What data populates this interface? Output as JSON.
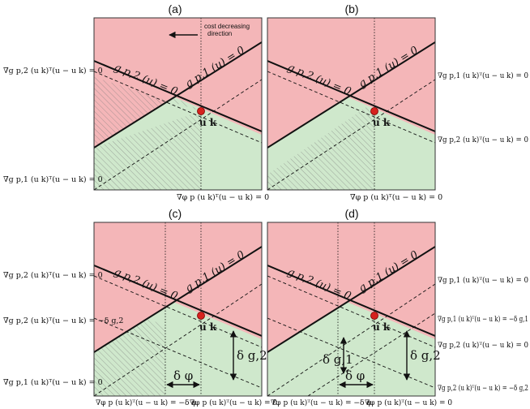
{
  "colors": {
    "infeasible": "#f4b6b8",
    "feasible": "#cfe8cc",
    "point": "#d6221e"
  },
  "panels": [
    {
      "title": "(a)",
      "curve_g1": "g p,1 (u) = 0",
      "curve_g2": "g p,2 (u) = 0",
      "point_label": "u k",
      "left_labels": [
        "∇g p,2 (u k)ᵀ(u − u k) = 0",
        "∇g p,1 (u k)ᵀ(u − u k) = 0"
      ],
      "right_labels": [],
      "bottom_labels": [
        "∇φ p (u k)ᵀ(u − u k) = 0"
      ],
      "note_line1": "cost decreasing",
      "note_line2": "direction"
    },
    {
      "title": "(b)",
      "curve_g1": "g p,1 (u) = 0",
      "curve_g2": "g p,2 (u) = 0",
      "point_label": "u k",
      "left_labels": [],
      "right_labels": [
        "∇g p,1 (u k)ᵀ(u − u k) = 0",
        "∇g p,2 (u k)ᵀ(u − u k) = 0"
      ],
      "bottom_labels": [
        "∇φ p (u k)ᵀ(u − u k) = 0"
      ]
    },
    {
      "title": "(c)",
      "curve_g1": "g p,1 (u) = 0",
      "curve_g2": "g p,2 (u) = 0",
      "point_label": "u k",
      "left_labels": [
        "∇g p,2 (u k)ᵀ(u − u k) = 0",
        "∇g p,2 (u k)ᵀ(u − u k) = −δ g,2",
        "∇g p,1 (u k)ᵀ(u − u k) = 0"
      ],
      "right_labels": [],
      "bottom_labels": [
        "∇φ p (u k)ᵀ(u − u k) = −δ φ",
        "∇φ p (u k)ᵀ(u − u k) = 0"
      ],
      "delta_labels": [
        "δ g,2",
        "δ φ"
      ]
    },
    {
      "title": "(d)",
      "curve_g1": "g p,1 (u) = 0",
      "curve_g2": "g p,2 (u) = 0",
      "point_label": "u k",
      "left_labels": [],
      "right_labels": [
        "∇g p,1 (u k)ᵀ(u − u k) = 0",
        "∇g p,1 (u k)ᵀ(u − u k) = −δ g,1",
        "∇g p,2 (u k)ᵀ(u − u k) = 0",
        "∇g p,2 (u k)ᵀ(u − u k) = −δ g,2"
      ],
      "bottom_labels": [
        "∇φ p (u k)ᵀ(u − u k) = −δ φ",
        "∇φ p (u k)ᵀ(u − u k) = 0"
      ],
      "delta_labels": [
        "δ g,2",
        "δ g,1",
        "δ φ"
      ]
    }
  ]
}
